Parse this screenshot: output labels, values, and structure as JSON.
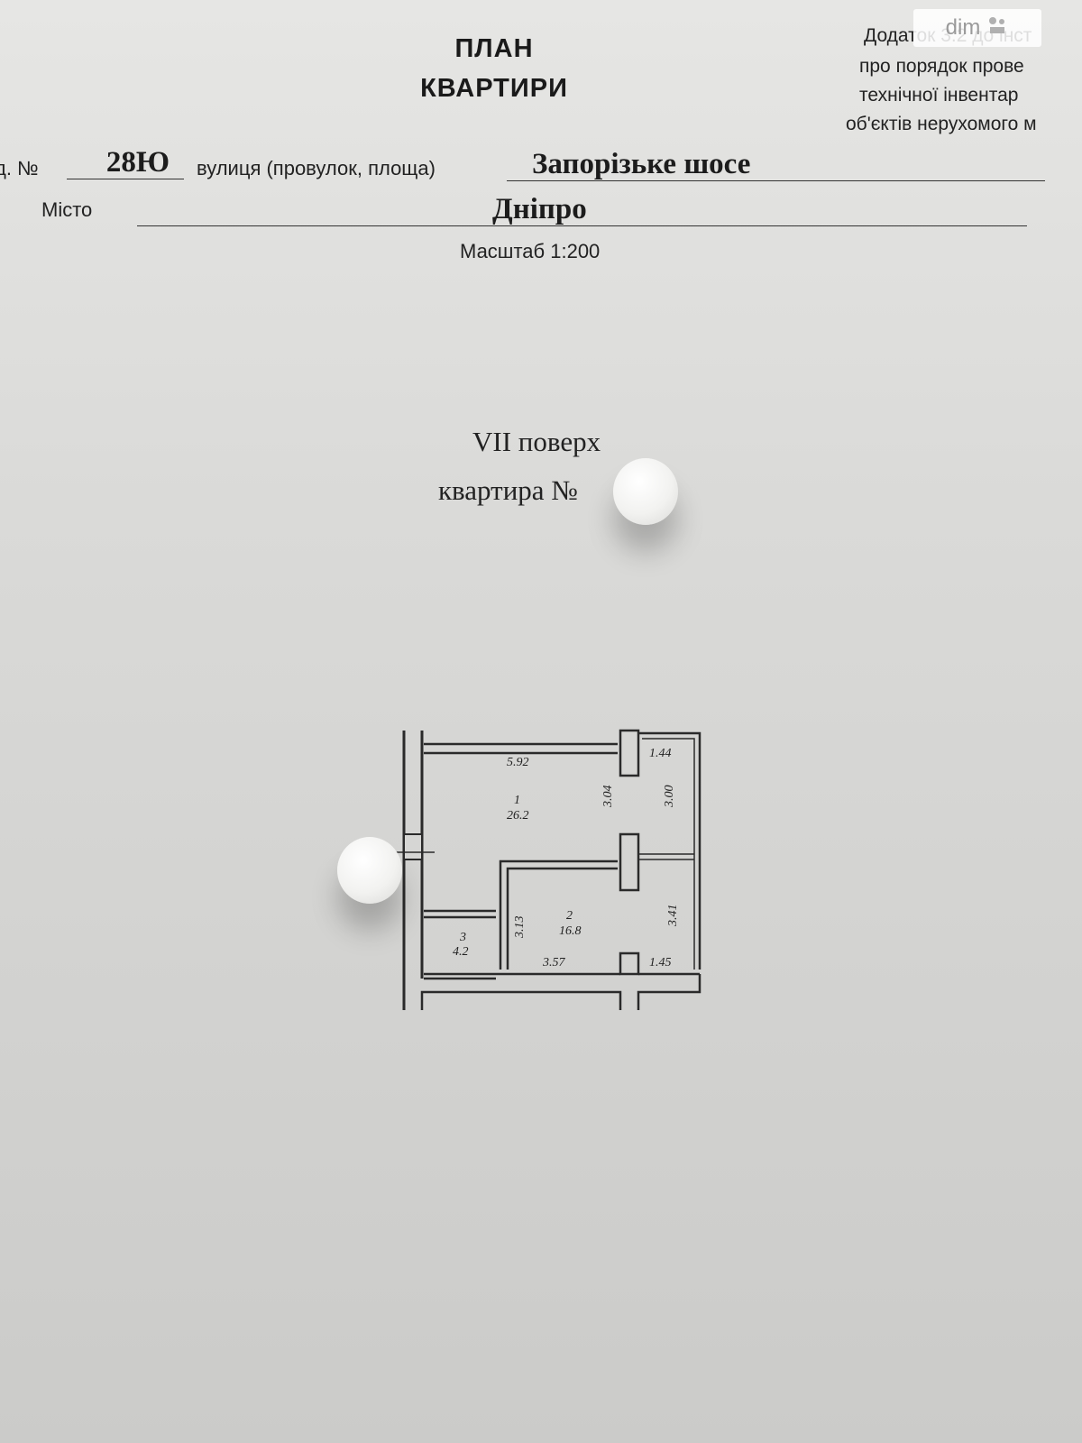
{
  "document": {
    "title_line1": "ПЛАН",
    "title_line2": "КВАРТИРИ",
    "annex": {
      "line1": "Додаток 3.2 до інст",
      "line2": "про  порядок прове",
      "line3": "технічної   інвентар",
      "line4": "об'єктів нерухомого м"
    },
    "house_label": "д. №",
    "house_number": "28Ю",
    "street_label": "вулиця (провулок, площа)",
    "street_value": "Запорізьке шосе",
    "city_label": "Місто",
    "city_value": "Дніпро",
    "scale": "Масштаб 1:200",
    "floor": "VII поверх",
    "apartment": "квартира №"
  },
  "watermark": {
    "brand": "dim",
    "icon": "ria-logo-icon"
  },
  "floor_plan": {
    "dimensions": [
      "5.92",
      "1.44",
      "3.04",
      "3.00",
      "3.13",
      "3.41",
      "3.57",
      "1.45"
    ],
    "rooms": [
      {
        "number": "1",
        "area": "26.2"
      },
      {
        "number": "2",
        "area": "16.8"
      },
      {
        "number": "3",
        "area": "4.2"
      }
    ]
  }
}
